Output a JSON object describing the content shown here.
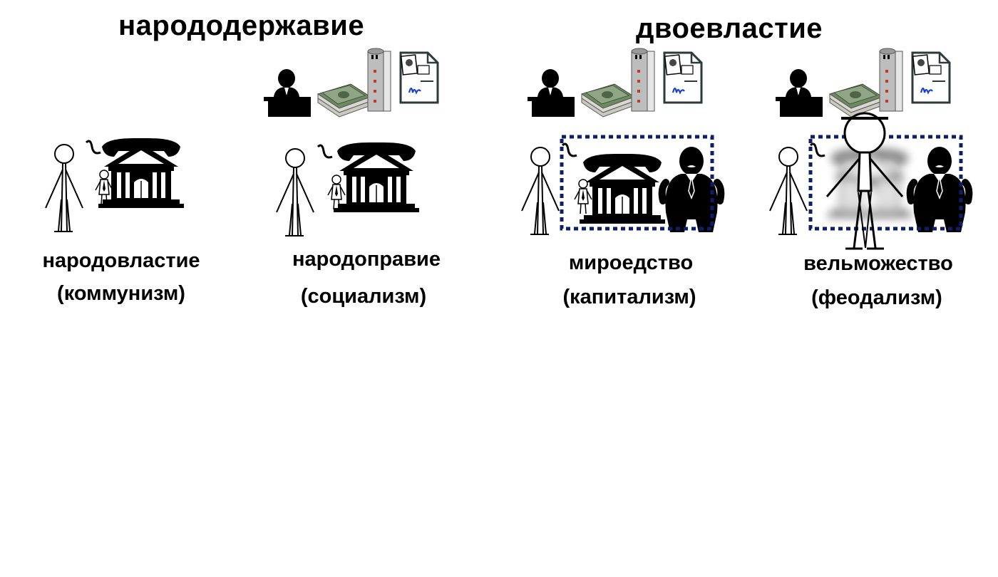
{
  "headings": {
    "left": "народодержавие",
    "right": "двоевластие"
  },
  "panels": [
    {
      "name": "народовластие",
      "sub": "(коммунизм)"
    },
    {
      "name": "народоправие",
      "sub": "(социализм)"
    },
    {
      "name": "мироедство",
      "sub": "(капитализм)"
    },
    {
      "name": "вельможество",
      "sub": "(феодализм)"
    }
  ],
  "colors": {
    "dotted_border": "#0d1f6b",
    "signature": "#1a3fd6",
    "ink": "#000000"
  }
}
